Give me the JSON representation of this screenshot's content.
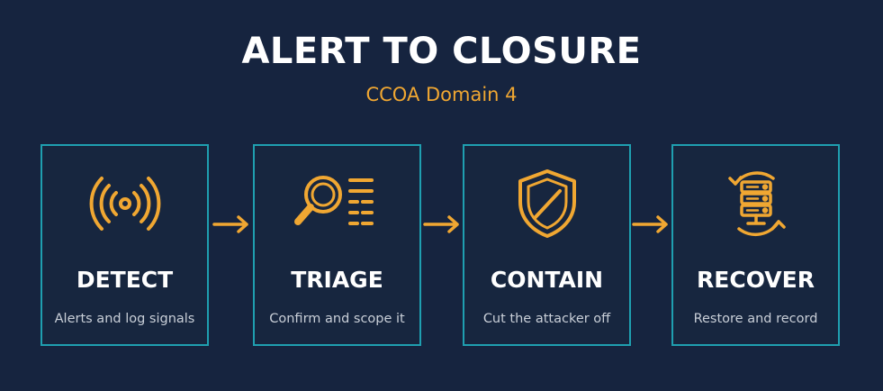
{
  "header": {
    "title": "ALERT TO CLOSURE",
    "subtitle": "CCOA Domain 4"
  },
  "colors": {
    "background": "#16243f",
    "card_border": "#1f9fb0",
    "accent": "#f0a732"
  },
  "steps": [
    {
      "label": "DETECT",
      "description": "Alerts and log signals",
      "icon": "signal-broadcast-icon"
    },
    {
      "label": "TRIAGE",
      "description": "Confirm and scope it",
      "icon": "magnifier-checklist-icon"
    },
    {
      "label": "CONTAIN",
      "description": "Cut the attacker off",
      "icon": "shield-icon"
    },
    {
      "label": "RECOVER",
      "description": "Restore and record",
      "icon": "server-restore-icon"
    }
  ]
}
